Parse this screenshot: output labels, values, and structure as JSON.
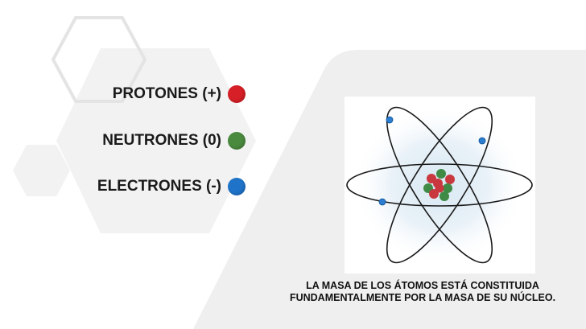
{
  "particles": [
    {
      "label": "PROTONES (+)",
      "color": "#d61f26"
    },
    {
      "label": "NEUTRONES (0)",
      "color": "#4a8a3f"
    },
    {
      "label": "ELECTRONES (-)",
      "color": "#1f73c9"
    }
  ],
  "caption": {
    "line1": "LA MASA DE LOS ÁTOMOS ESTÁ CONSTITUIDA",
    "line2": "FUNDAMENTALMENTE POR LA MASA DE SU NÚCLEO."
  },
  "colors": {
    "panel_gray": "#efefef",
    "hexagon_light": "#f2f2f2",
    "hexagon_outline": "#e4e4e4"
  }
}
